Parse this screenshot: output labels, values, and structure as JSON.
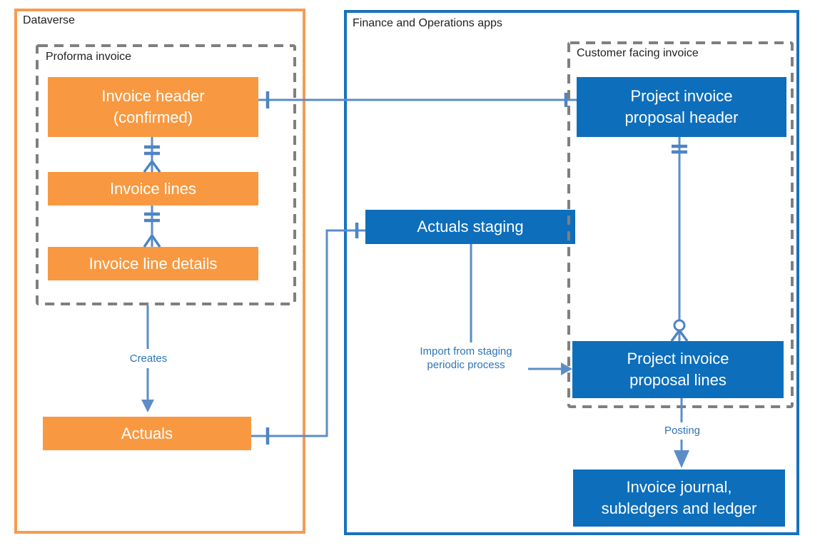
{
  "containers": {
    "dataverse": {
      "label": "Dataverse"
    },
    "finance_ops": {
      "label": "Finance and Operations apps"
    }
  },
  "groups": {
    "proforma_invoice": {
      "label": "Proforma invoice"
    },
    "customer_facing_invoice": {
      "label": "Customer facing invoice"
    }
  },
  "boxes": {
    "invoice_header": "Invoice header\n(confirmed)",
    "invoice_lines": "Invoice lines",
    "invoice_line_details": "Invoice line details",
    "actuals": "Actuals",
    "actuals_staging": "Actuals staging",
    "proposal_header": "Project invoice\nproposal header",
    "proposal_lines": "Project invoice\nproposal lines",
    "invoice_journal": "Invoice journal,\nsubledgers and ledger"
  },
  "flow_labels": {
    "creates": "Creates",
    "import": "Import from staging\nperiodic process",
    "posting": "Posting"
  },
  "connectors": [
    {
      "from": "invoice_header",
      "to": "proposal_header",
      "notation": "one-to-one"
    },
    {
      "from": "invoice_header",
      "to": "invoice_lines",
      "notation": "one-to-many"
    },
    {
      "from": "invoice_lines",
      "to": "invoice_line_details",
      "notation": "one-to-many"
    },
    {
      "from": "invoice_line_details",
      "to": "actuals",
      "notation": "arrow",
      "label": "Creates"
    },
    {
      "from": "actuals",
      "to": "actuals_staging",
      "notation": "one-to-one"
    },
    {
      "from": "actuals_staging",
      "to": "proposal_lines",
      "notation": "arrow",
      "label": "Import from staging periodic process"
    },
    {
      "from": "proposal_header",
      "to": "proposal_lines",
      "notation": "one-to-zero-or-many"
    },
    {
      "from": "proposal_lines",
      "to": "invoice_journal",
      "notation": "arrow",
      "label": "Posting"
    }
  ],
  "colors": {
    "orange_fill": "#F89941",
    "orange_border": "#F59C52",
    "blue_fill": "#0D6EBC",
    "blue_border": "#1772BD",
    "connector_blue": "#5B8DC8",
    "label_blue": "#2E75B6",
    "dashed_gray": "#7F7F7F",
    "text_black": "#1F1F1F",
    "box_text": "#FFFFFF"
  }
}
